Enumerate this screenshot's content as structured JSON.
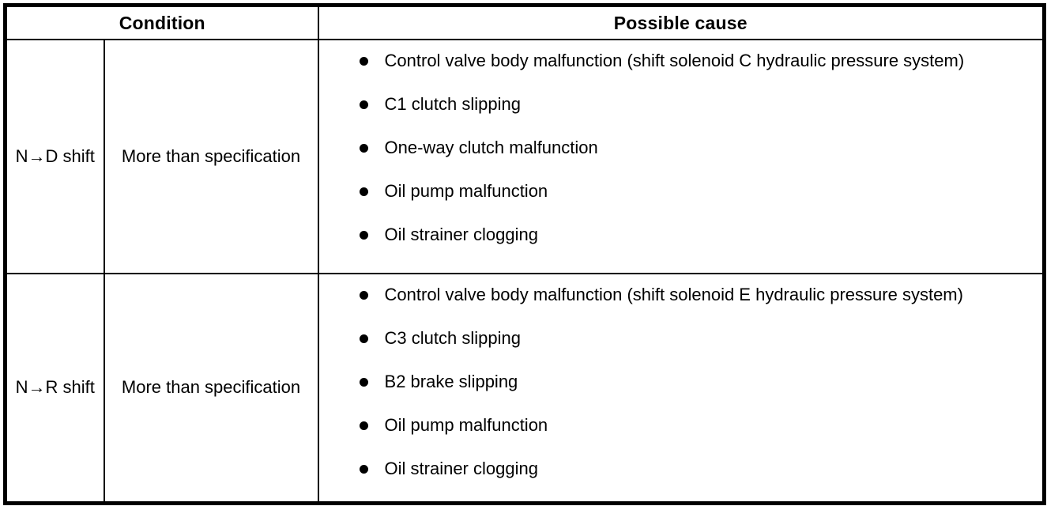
{
  "header": {
    "condition": "Condition",
    "possible_cause": "Possible cause"
  },
  "rows": [
    {
      "condition": "N→D shift",
      "spec": "More than specification",
      "causes": [
        "Control valve body malfunction (shift solenoid C hydraulic pressure system)",
        "C1 clutch slipping",
        "One-way clutch malfunction",
        "Oil pump malfunction",
        "Oil strainer clogging"
      ]
    },
    {
      "condition": "N→R shift",
      "spec": "More than specification",
      "causes": [
        "Control valve body malfunction (shift solenoid E hydraulic pressure system)",
        "C3 clutch slipping",
        "B2 brake slipping",
        "Oil pump malfunction",
        "Oil strainer clogging"
      ]
    }
  ],
  "colors": {
    "text": "#000000",
    "border": "#000000",
    "background": "#ffffff"
  }
}
